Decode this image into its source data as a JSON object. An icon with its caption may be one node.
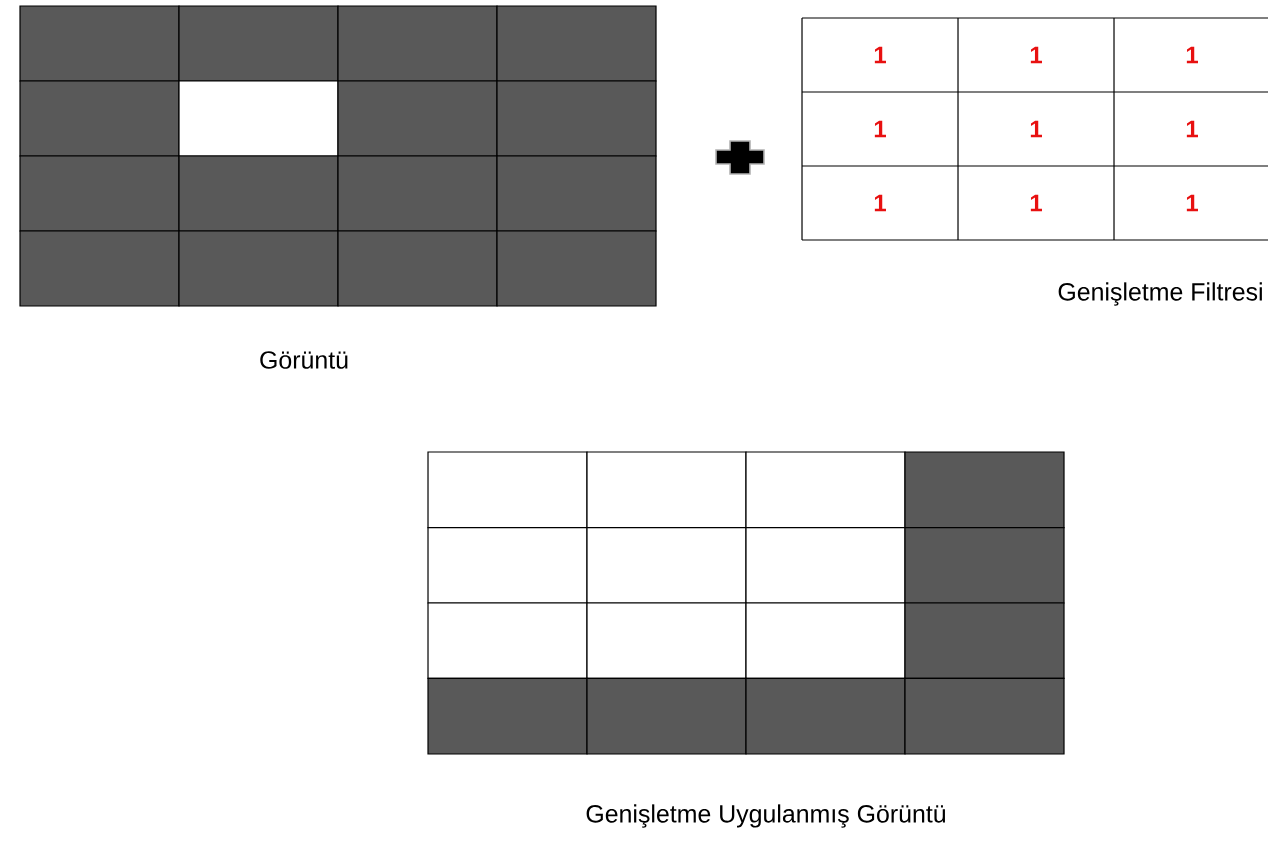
{
  "diagram": {
    "labels": [
      "1",
      "1",
      "1",
      "1",
      "1",
      "1",
      "1",
      "1",
      "1",
      "Genişletme Filtresi",
      "Görüntü",
      "Genişletme Uygulanmış Görüntü"
    ]
  }
}
